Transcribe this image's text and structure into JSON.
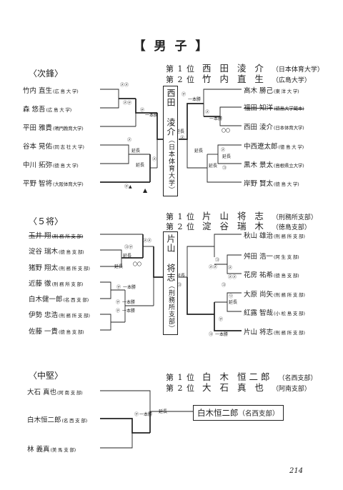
{
  "title": "【 男 子 】",
  "page_number": "214",
  "sections": [
    {
      "heading": "〈次鋒〉",
      "rankings": [
        {
          "rank": "第 1 位",
          "name": "西 田 淩 介",
          "affiliation": "（日本体育大学）"
        },
        {
          "rank": "第 2 位",
          "name": "竹 内 直 生",
          "affiliation": "（広島大学）"
        }
      ],
      "left_players": [
        {
          "name": "竹内 直生",
          "affiliation": "(広 島 大 学)"
        },
        {
          "name": "森 悠吾",
          "affiliation": "(広 島 大 学)"
        },
        {
          "name": "平田 雅貴",
          "affiliation": "(鳴門教育大学)"
        },
        {
          "name": "谷本 晃佑",
          "affiliation": "(同 志 社 大 学)"
        },
        {
          "name": "中川 拓弥",
          "affiliation": "(徳 島 大 学)"
        },
        {
          "name": "平野 智将",
          "affiliation": "(大阪体育大学)"
        }
      ],
      "right_players": [
        {
          "name": "高木 勝己",
          "affiliation": "(東 洋 大 学)"
        },
        {
          "name": "福田 知洋",
          "affiliation": "(徳島大学蔵本)"
        },
        {
          "name": "西田 淩介",
          "affiliation": "(日本体育大学)"
        },
        {
          "name": "中西遼太郎",
          "affiliation": "(徳 島 大 学)"
        },
        {
          "name": "黒木 景太",
          "affiliation": "(島根県立大学)"
        },
        {
          "name": "岸野 賢太",
          "affiliation": "(徳 島 大 学)"
        }
      ],
      "winner": {
        "name": "西田 淩介",
        "affiliation": "（日本体育大学）"
      },
      "marks": {
        "win_one": "一本勝",
        "overtime": "延長",
        "m_nene": "㋱㋱",
        "m_nete": "㋱㋢",
        "m_te": "㋢",
        "m_ne": "㋱",
        "m_ko": "㋙",
        "m_circles": "〇〇",
        "triangle": "▲",
        "m_te_tri": "㋢▲"
      }
    },
    {
      "heading": "〈５将〉",
      "rankings": [
        {
          "rank": "第 1 位",
          "name": "片 山 将 志",
          "affiliation": "（刑務所支部）"
        },
        {
          "rank": "第 2 位",
          "name": "淀 谷 瑞 木",
          "affiliation": "（徳島支部）"
        }
      ],
      "left_players": [
        {
          "name": "玉井 翔",
          "affiliation": "(刑 務 所 支 部)"
        },
        {
          "name": "淀谷 瑞木",
          "affiliation": "(徳 島 支 部)"
        },
        {
          "name": "猪野 翔太",
          "affiliation": "(刑 務 所 支 部)"
        },
        {
          "name": "近藤 徹",
          "affiliation": "(刑 務 所 支 部)"
        },
        {
          "name": "白木健一郎",
          "affiliation": "(名 西 支 部)"
        },
        {
          "name": "伊勢 忠浩",
          "affiliation": "(刑 務 所 支 部)"
        },
        {
          "name": "佐藤 一貴",
          "affiliation": "(徳 島 支 部)"
        }
      ],
      "right_players": [
        {
          "name": "秋山 雄治",
          "affiliation": "(刑 務 所 支 部)"
        },
        {
          "name": "舛田 浩一",
          "affiliation": "(阿 生 支 部)"
        },
        {
          "name": "花房 祐希",
          "affiliation": "(徳 島 支 部)"
        },
        {
          "name": "大原 尚矢",
          "affiliation": "(刑 務 所 支 部)"
        },
        {
          "name": "紅露 智哉",
          "affiliation": "(小 松 島 支 部)"
        },
        {
          "name": "片山 将志",
          "affiliation": "(刑 務 所 支 部)"
        }
      ],
      "winner": {
        "name": "片山 将志",
        "affiliation": "（刑務所支部）"
      },
      "marks": {
        "win_one": "一本勝",
        "overtime": "延長",
        "m_nene": "㋱㋱",
        "m_kote": "㋙㋢",
        "m_te": "㋢",
        "m_ko": "㋙",
        "m_ne": "㋱",
        "m_mete": "㋱㋱",
        "m_circles": "〇〇",
        "m_tsu": "㋡"
      }
    },
    {
      "heading": "〈中堅〉",
      "rankings": [
        {
          "rank": "第 1 位",
          "name": "白 木 恒二郎",
          "affiliation": "（名西支部）"
        },
        {
          "rank": "第 2 位",
          "name": "大 石 真 也",
          "affiliation": "（阿南支部）"
        }
      ],
      "left_players": [
        {
          "name": "大石 真也",
          "affiliation": "(阿 南 支 部)"
        },
        {
          "name": "白木恒二郎",
          "affiliation": "(名 西 支 部)"
        },
        {
          "name": "林 義真",
          "affiliation": "(美 馬 支 部)"
        }
      ],
      "winner": {
        "name": "白木恒二郎",
        "affiliation": "（名西支部）"
      },
      "marks": {
        "win_one": "一本勝",
        "overtime": "延長",
        "m_te": "㋢"
      }
    }
  ]
}
